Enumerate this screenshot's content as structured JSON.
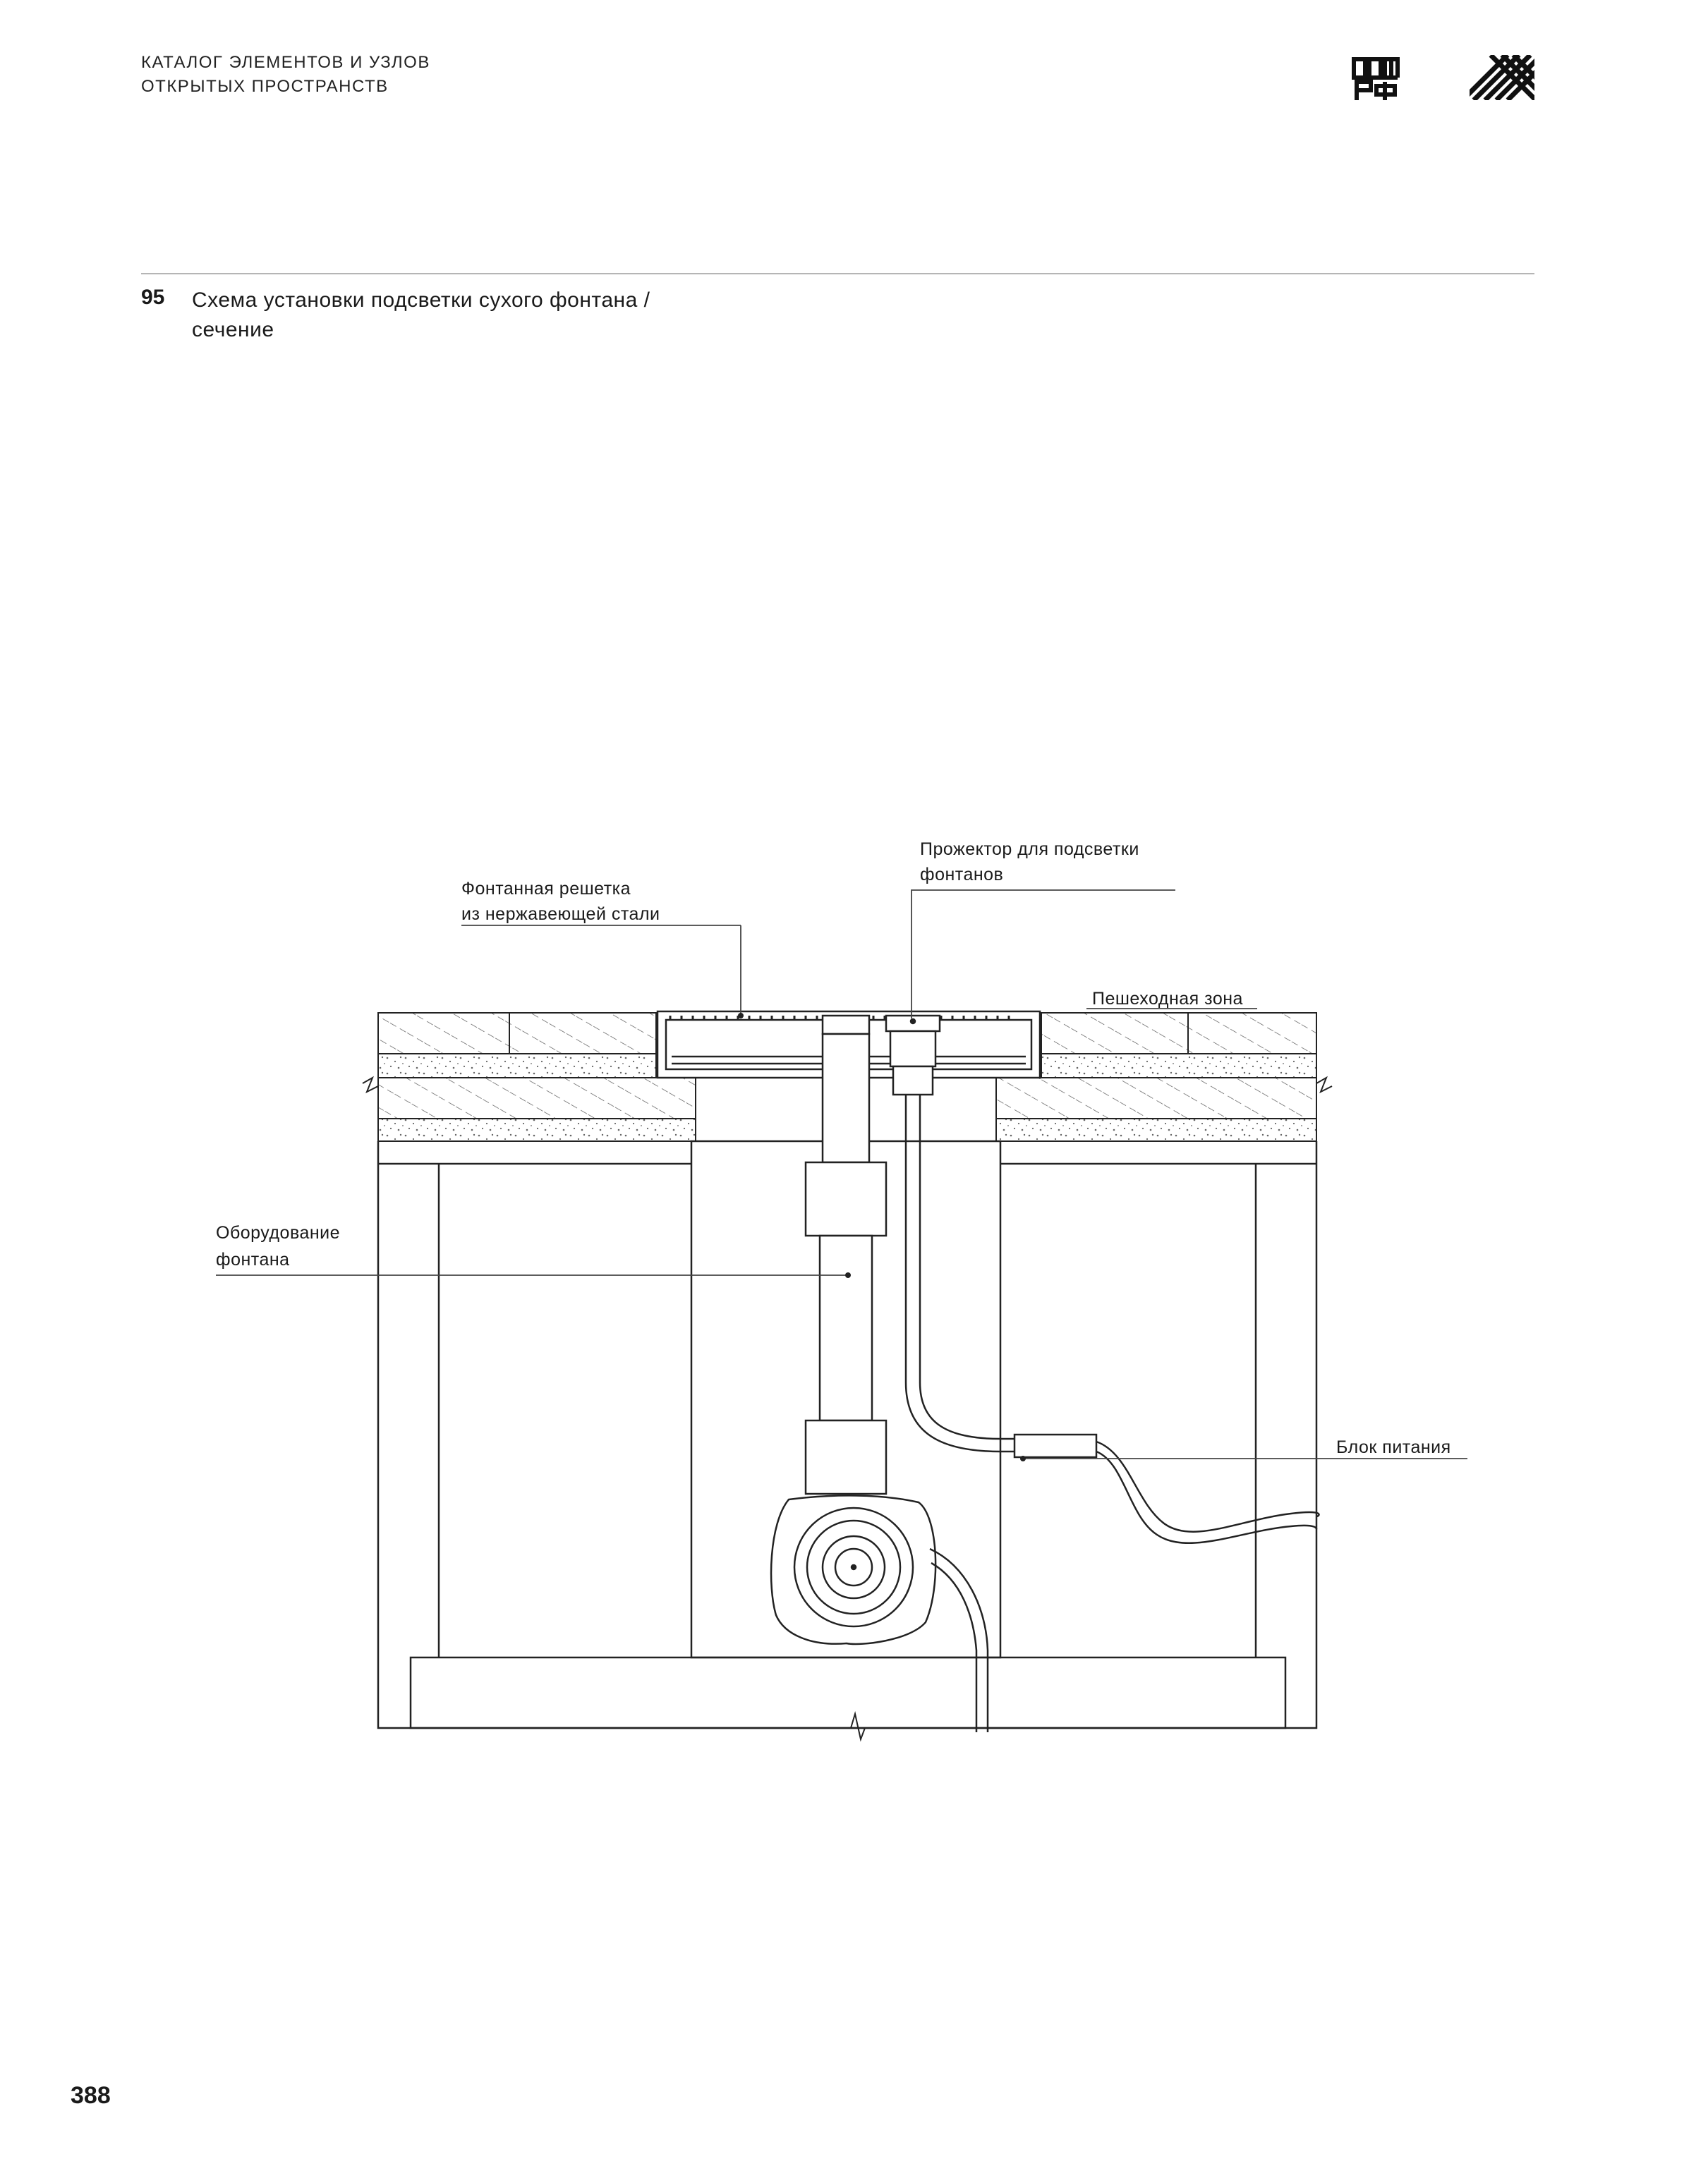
{
  "header": {
    "line1": "КАТАЛОГ ЭЛЕМЕНТОВ И УЗЛОВ",
    "line2": "ОТКРЫТЫХ ПРОСТРАНСТВ"
  },
  "logos": {
    "left": "dom-rf-logo",
    "right": "diagonal-grid-logo"
  },
  "figure": {
    "number": "95",
    "title_line1": "Схема установки подсветки сухого фонтана /",
    "title_line2": "сечение"
  },
  "labels": {
    "projector_line1": "Прожектор для подсветки",
    "projector_line2": "фонтанов",
    "grate_line1": "Фонтанная решетка",
    "grate_line2": "из нержавеющей стали",
    "pedestrian": "Пешеходная зона",
    "equipment_line1": "Оборудование",
    "equipment_line2": "фонтана",
    "power": "Блок питания"
  },
  "page_number": "388"
}
